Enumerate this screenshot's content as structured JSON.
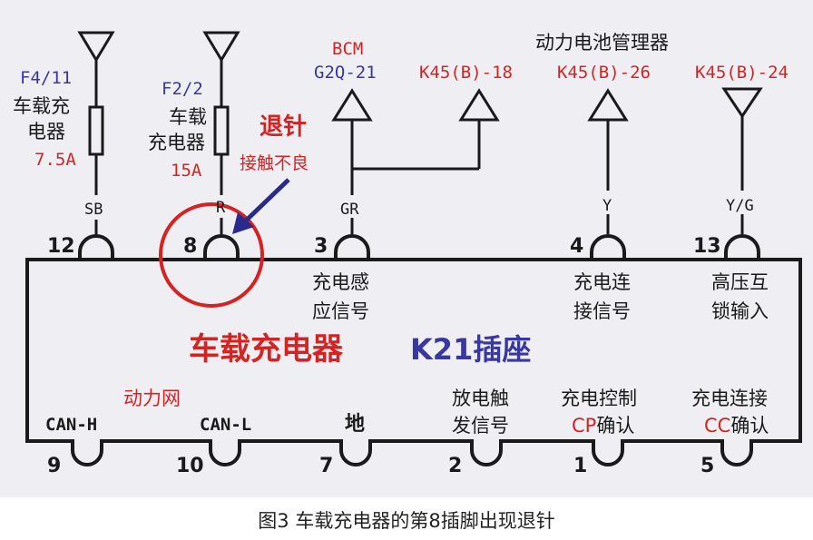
{
  "labels": {
    "f4": "F4/11",
    "f4_name_l1": "车载充",
    "f4_name_l2": "电器",
    "f4_rating": "7.5A",
    "f2": "F2/2",
    "f2_name_l1": "车载",
    "f2_name_l2": "充电器",
    "f2_rating": "15A",
    "bcm": "BCM",
    "bcm_pin": "G2Q-21",
    "k45_18": "K45(B)-18",
    "bms_title": "动力电池管理器",
    "k45_26": "K45(B)-26",
    "k45_24": "K45(B)-24",
    "tuizhen": "退针",
    "jiechu": "接触不良",
    "wire_sb": "SB",
    "wire_r": "R",
    "wire_gr": "GR",
    "wire_y": "Y",
    "wire_yg": "Y/G"
  },
  "pins_top": [
    {
      "num": "12"
    },
    {
      "num": "8"
    },
    {
      "num": "3"
    },
    {
      "num": "4"
    },
    {
      "num": "13"
    }
  ],
  "pins_bottom": [
    {
      "num": "9"
    },
    {
      "num": "10"
    },
    {
      "num": "7"
    },
    {
      "num": "2"
    },
    {
      "num": "1"
    },
    {
      "num": "5"
    }
  ],
  "box": {
    "title": "车载充电器",
    "connector": "K21插座",
    "pin3_l1": "充电感",
    "pin3_l2": "应信号",
    "pin4_l1": "充电连",
    "pin4_l2": "接信号",
    "pin13_l1": "高压互",
    "pin13_l2": "锁输入",
    "power_net": "动力网",
    "can_h": "CAN-H",
    "can_l": "CAN-L",
    "ground": "地",
    "pin2_l1": "放电触",
    "pin2_l2": "发信号",
    "pin1_l1": "充电控制",
    "pin1_cp": "CP",
    "pin1_confirm": "确认",
    "pin5_l1": "充电连接",
    "pin5_cc": "CC",
    "pin5_confirm": "确认"
  },
  "caption": "图3 车载充电器的第8插脚出现退针",
  "colors": {
    "blue": "#3838a0",
    "red": "#d42323",
    "black": "#1a1a1a",
    "background": "#efeff3",
    "caption_band": "#ffffff"
  }
}
